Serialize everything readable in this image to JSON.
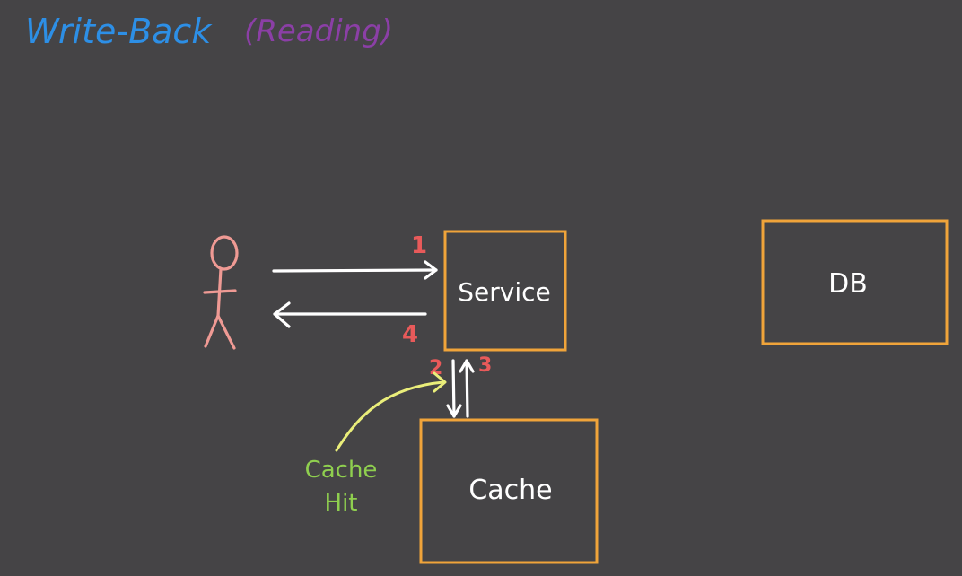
{
  "title": {
    "main": "Write-Back",
    "sub": "(Reading)"
  },
  "nodes": {
    "service": {
      "label": "Service"
    },
    "db": {
      "label": "DB"
    },
    "cache": {
      "label": "Cache"
    }
  },
  "actor": {
    "icon": "stick-figure-user-icon"
  },
  "steps": {
    "s1": "1",
    "s2": "2",
    "s3": "3",
    "s4": "4"
  },
  "annotation": {
    "line1": "Cache",
    "line2": "Hit"
  },
  "colors": {
    "background": "#454446",
    "title_main": "#2d8fe6",
    "title_sub": "#8b3fa6",
    "box_border": "#f0a43a",
    "box_text": "#ffffff",
    "arrow": "#ffffff",
    "step_number": "#e85a5a",
    "actor": "#ef9a94",
    "annotation_text": "#8fcf4f",
    "annotation_arrow": "#eaee7a"
  }
}
